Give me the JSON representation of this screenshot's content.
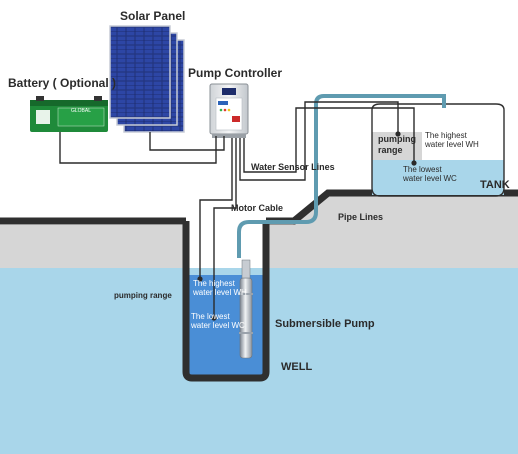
{
  "labels": {
    "solar_panel": "Solar Panel",
    "battery": "Battery ( Optional )",
    "pump_controller": "Pump Controller",
    "water_sensor_lines": "Water Sensor Lines",
    "motor_cable": "Motor Cable",
    "pipe_lines": "Pipe Lines",
    "tank": "TANK",
    "well": "WELL",
    "submersible_pump": "Submersible Pump",
    "pumping_range_well": "pumping range",
    "pumping_range_tank": "pumping range",
    "well_highest_line1": "The highest",
    "well_highest_line2": "water level WH",
    "well_lowest_line1": "The lowest",
    "well_lowest_line2": "water level WC",
    "tank_highest_line1": "The highest",
    "tank_highest_line2": "water level WH",
    "tank_lowest_line1": "The lowest",
    "tank_lowest_line2": "water level WC",
    "battery_brand": "GLOBAL"
  },
  "colors": {
    "water_light": "#a9d6ea",
    "water_dark": "#4a8ed6",
    "ground": "#d6d6d6",
    "well_wall": "#2f2f2f",
    "pipe": "#5f9bb0",
    "battery_green": "#1f8a3a",
    "panel_blue": "#23357f"
  }
}
